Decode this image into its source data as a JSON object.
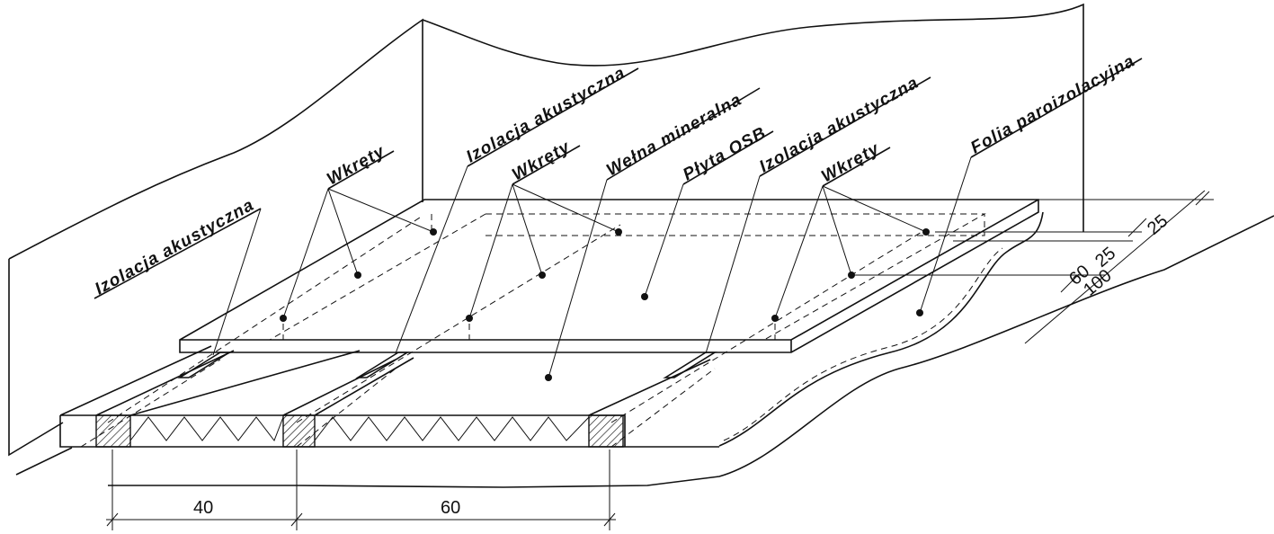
{
  "labels": {
    "izolacja_left": "Izolacja akustyczna",
    "wkrety_left": "Wkręty",
    "izolacja_mid": "Izolacja akustyczna",
    "wkrety_mid": "Wkręty",
    "welna": "Wełna mineralna",
    "plyta": "Płyta OSB",
    "izolacja_right": "Izolacja akustyczna",
    "wkrety_right": "Wkręty",
    "folia": "Folia paroizolacyjna"
  },
  "dimensions": {
    "d40": "40",
    "d60": "60",
    "d25a": "25",
    "d25b": "25",
    "d100": "100",
    "d60b": "60"
  }
}
